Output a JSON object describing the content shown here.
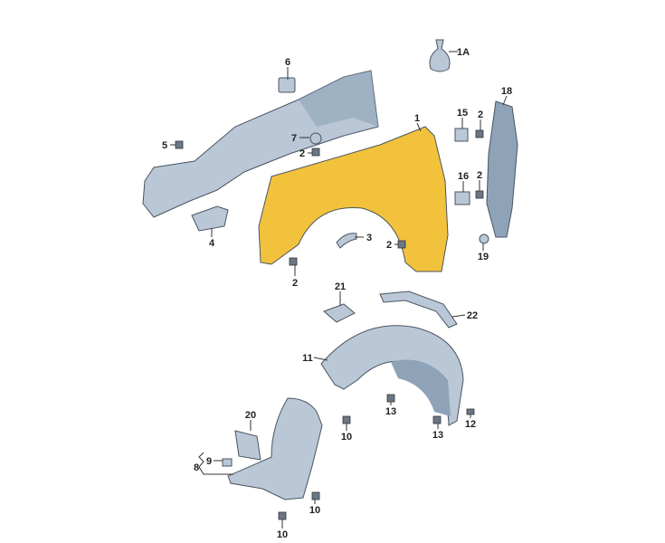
{
  "diagram_title": "",
  "labels": [
    "1A",
    "6",
    "18",
    "15",
    "2",
    "1",
    "7",
    "2",
    "5",
    "16",
    "2",
    "4",
    "3",
    "2",
    "2",
    "19",
    "2",
    "21",
    "22",
    "11",
    "13",
    "12",
    "13",
    "20",
    "10",
    "9",
    "8",
    "10",
    "10"
  ],
  "colors": {
    "fender": "#f2c23c",
    "plastic": "#b9c7d6",
    "plastic_dark": "#8ea3b8",
    "leader": "#333333"
  }
}
